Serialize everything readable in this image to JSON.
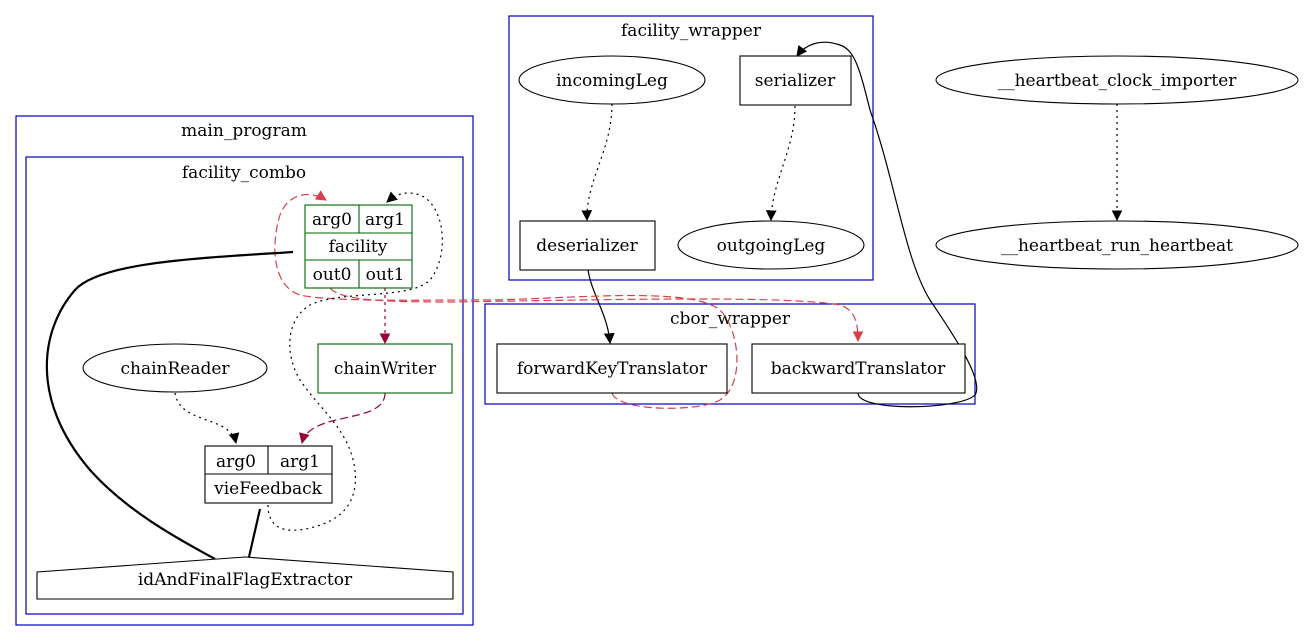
{
  "clusters": {
    "main_program": "main_program",
    "facility_combo": "facility_combo",
    "facility_wrapper": "facility_wrapper",
    "cbor_wrapper": "cbor_wrapper"
  },
  "nodes": {
    "incomingLeg": "incomingLeg",
    "serializer": "serializer",
    "deserializer": "deserializer",
    "outgoingLeg": "outgoingLeg",
    "heartbeat_clock_importer": "__heartbeat_clock_importer",
    "heartbeat_run_heartbeat": "__heartbeat_run_heartbeat",
    "forwardKeyTranslator": "forwardKeyTranslator",
    "backwardTranslator": "backwardTranslator",
    "chainReader": "chainReader",
    "chainWriter": "chainWriter",
    "idAndFinalFlagExtractor": "idAndFinalFlagExtractor",
    "facility": {
      "arg0": "arg0",
      "arg1": "arg1",
      "label": "facility",
      "out0": "out0",
      "out1": "out1"
    },
    "vieFeedback": {
      "arg0": "arg0",
      "arg1": "arg1",
      "label": "vieFeedback"
    }
  },
  "colors": {
    "cluster_border": "#0000c0",
    "green_node": "#006400",
    "dashed_red": "#d6404e",
    "dashed_crimson": "#990033",
    "black": "#000000"
  }
}
